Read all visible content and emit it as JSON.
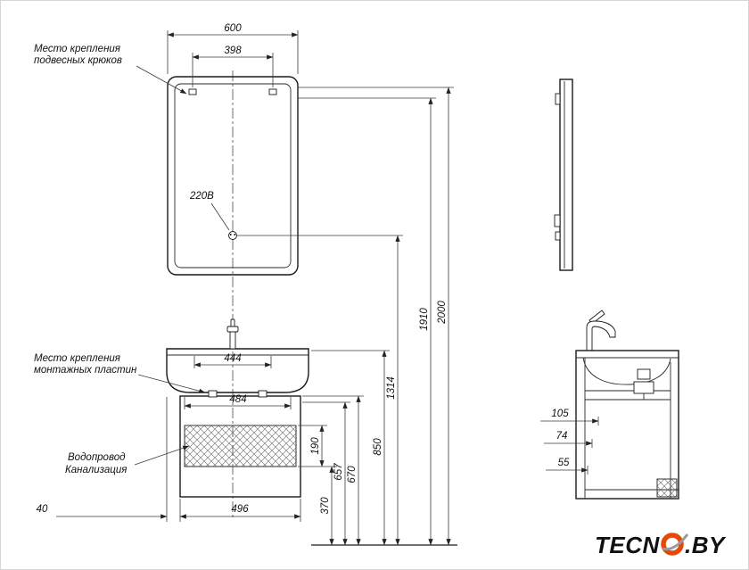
{
  "labels": {
    "hooks_1": "Место крепления",
    "hooks_2": "подвесных крюков",
    "power": "220В",
    "plates_1": "Место крепления",
    "plates_2": "монтажных пластин",
    "water_1": "Водопровод",
    "water_2": "Канализация"
  },
  "dims": {
    "front": {
      "mirror_width": "600",
      "hooks_spacing": "398",
      "basin_width": "444",
      "plates_spacing": "484",
      "cabinet_width": "496",
      "overhang": "40",
      "hatch_height": "190",
      "pipes_height": "370",
      "cabinet_inner_height": "657",
      "cabinet_height": "670",
      "sink_height": "850",
      "socket_height": "1314",
      "hooks_height": "1910",
      "total_height": "2000"
    },
    "side": {
      "d_105": "105",
      "d_74": "74",
      "d_55": "55"
    }
  },
  "logo": {
    "part_1": "TECN",
    "part_2": ".BY"
  },
  "colors": {
    "logo": "#e8470a",
    "line": "#1a1a1a"
  }
}
